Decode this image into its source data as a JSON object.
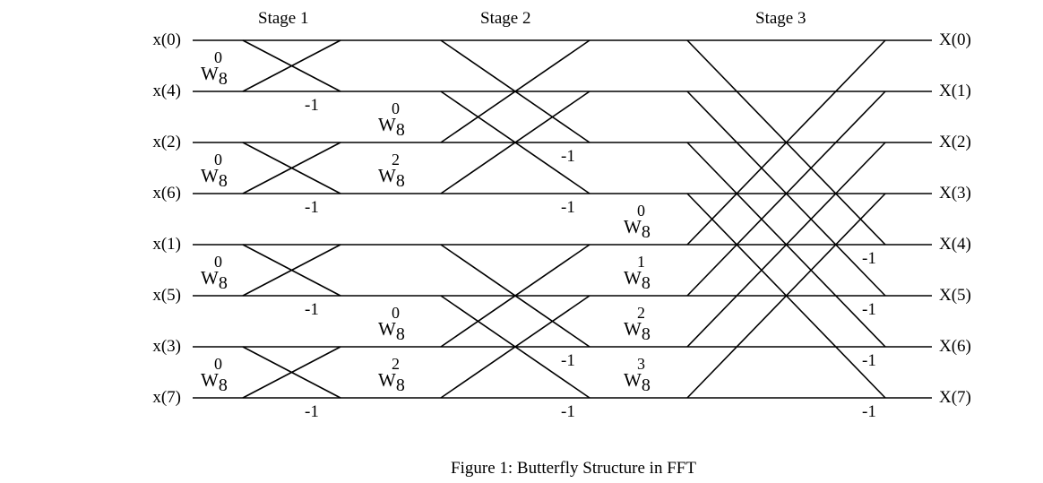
{
  "stages": [
    "Stage 1",
    "Stage 2",
    "Stage 3"
  ],
  "inputs": [
    "x(0)",
    "x(4)",
    "x(2)",
    "x(6)",
    "x(1)",
    "x(5)",
    "x(3)",
    "x(7)"
  ],
  "outputs": [
    "X(0)",
    "X(1)",
    "X(2)",
    "X(3)",
    "X(4)",
    "X(5)",
    "X(6)",
    "X(7)"
  ],
  "twiddles": {
    "stage1": [
      {
        "base": "W",
        "sub": "8",
        "sup": "0"
      },
      {
        "base": "W",
        "sub": "8",
        "sup": "0"
      },
      {
        "base": "W",
        "sub": "8",
        "sup": "0"
      },
      {
        "base": "W",
        "sub": "8",
        "sup": "0"
      }
    ],
    "stage2": [
      {
        "base": "W",
        "sub": "8",
        "sup": "0"
      },
      {
        "base": "W",
        "sub": "8",
        "sup": "2"
      },
      {
        "base": "W",
        "sub": "8",
        "sup": "0"
      },
      {
        "base": "W",
        "sub": "8",
        "sup": "2"
      }
    ],
    "stage3": [
      {
        "base": "W",
        "sub": "8",
        "sup": "0"
      },
      {
        "base": "W",
        "sub": "8",
        "sup": "1"
      },
      {
        "base": "W",
        "sub": "8",
        "sup": "2"
      },
      {
        "base": "W",
        "sub": "8",
        "sup": "3"
      }
    ]
  },
  "minus_one": "-1",
  "caption": "Figure 1: Butterfly Structure in FFT"
}
